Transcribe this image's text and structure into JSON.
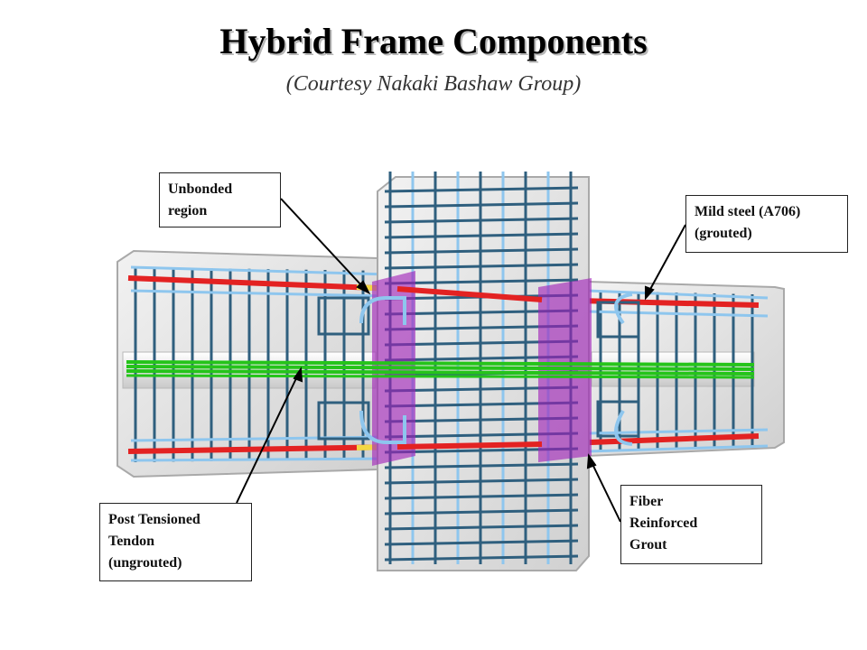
{
  "title": "Hybrid Frame Components",
  "subtitle": "(Courtesy Nakaki Bashaw Group)",
  "callouts": {
    "unbonded": "Unbonded\nregion",
    "mild_steel": "Mild steel (A706)\n(grouted)",
    "tendon": "Post Tensioned\nTendon\n(ungrouted)",
    "grout": "Fiber\nReinforced\nGrout"
  },
  "colors": {
    "concrete": "#dcdcdc",
    "rebar": "#2f5f7e",
    "rebar_light": "#8ec6ee",
    "mild_steel": "#e32222",
    "tendon": "#25c41a",
    "grout": "#a020b8",
    "unbonded_sleeve": "#f3d743"
  }
}
